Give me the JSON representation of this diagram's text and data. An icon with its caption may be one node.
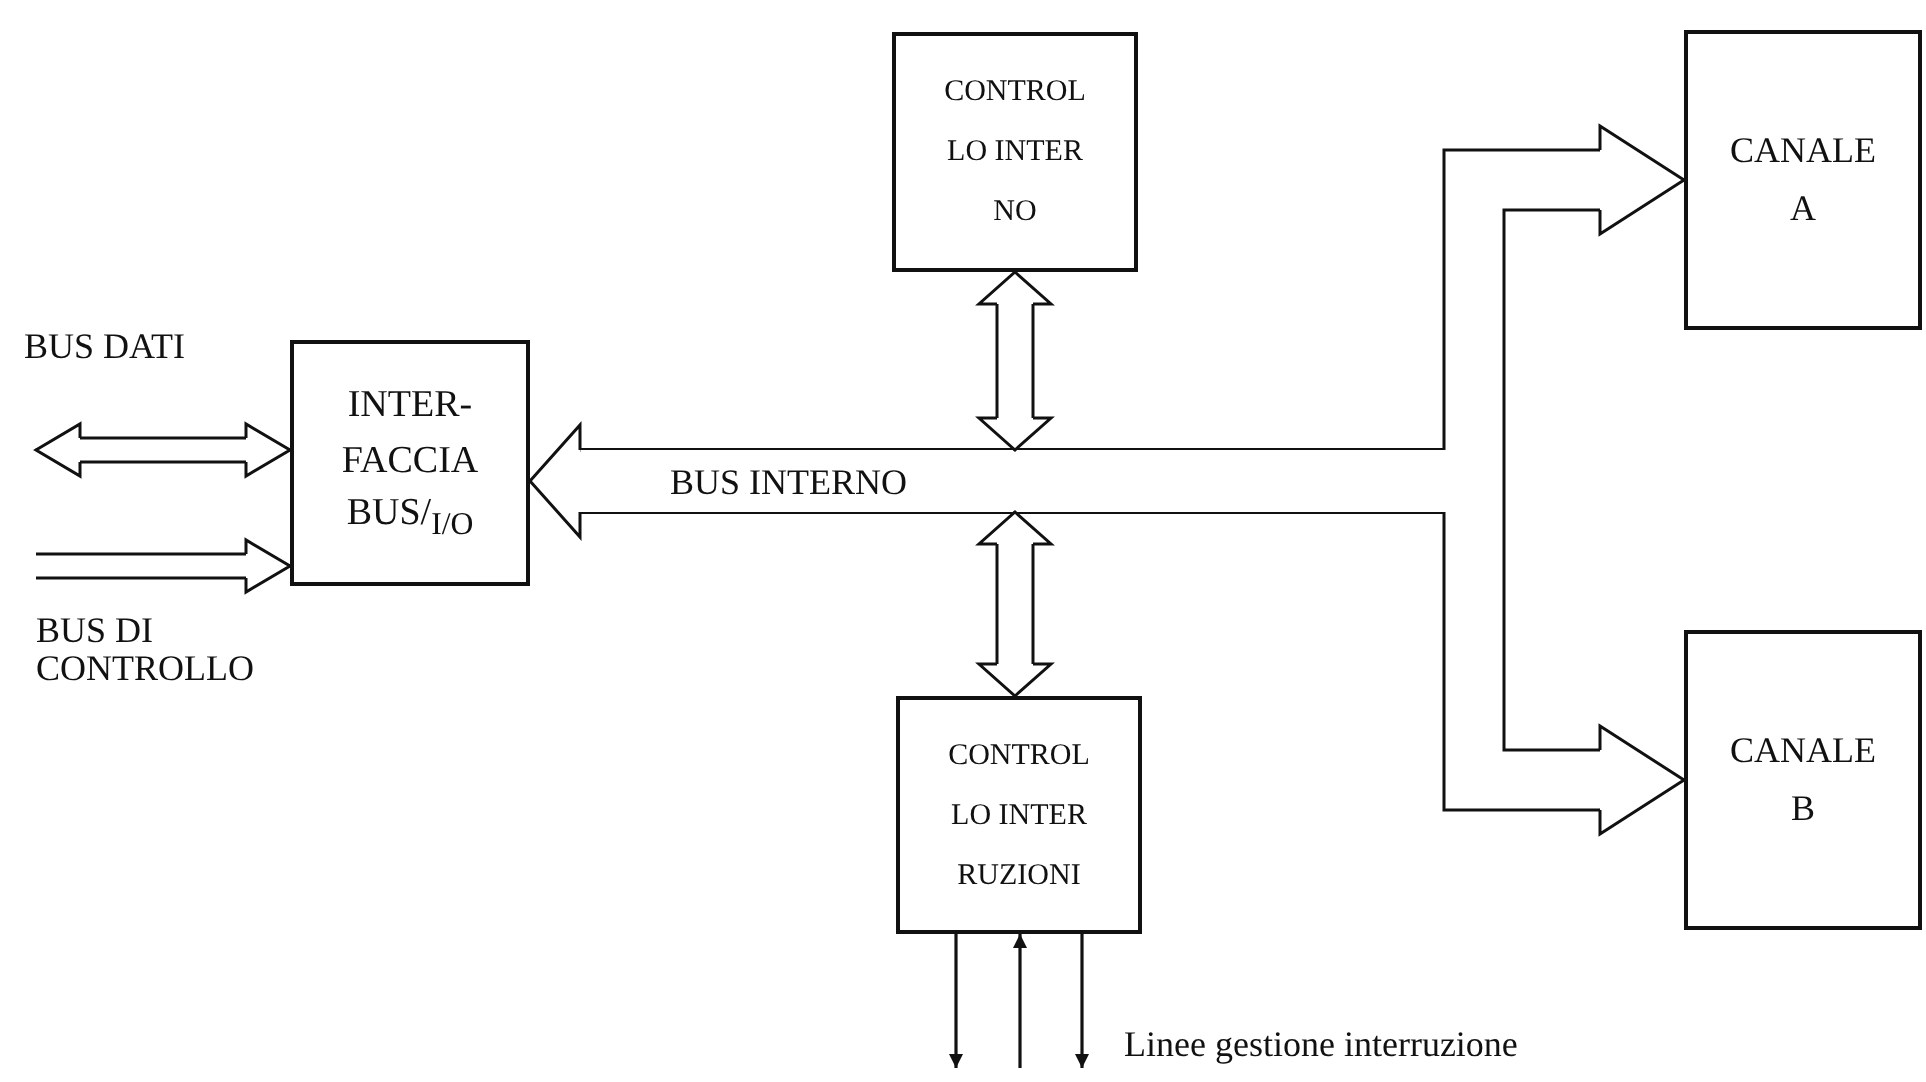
{
  "diagram": {
    "nodes": [
      {
        "text": [
          "INTER- FACCIA",
          "BUS/$_{I/O}$"
        ]
      },
      {
        "text": [
          "CONTROL LO INTER NO"
        ]
      },
      {
        "text": [
          "CONTROL LO INTER RUZIONI"
        ]
      },
      {
        "text": [
          "CANALE A"
        ]
      },
      {
        "text": [
          "CANALE B"
        ]
      },
      {
        "text": [
          "BUS INTERNO"
        ]
      }
    ],
    "edges": [
      {
        "from": null,
        "to": 0,
        "arrow": "both",
        "label": "BUS DATI"
      },
      {
        "from": null,
        "to": 0,
        "arrow": "to",
        "label": "BUS DI CONTROLLO"
      },
      {
        "from": 5,
        "to": 0,
        "arrow": "to"
      },
      {
        "from": 1,
        "to": 5,
        "arrow": "both"
      },
      {
        "from": 2,
        "to": 5,
        "arrow": "both"
      },
      {
        "from": 5,
        "to": 3,
        "arrow": "to"
      },
      {
        "from": 5,
        "to": 4,
        "arrow": "to"
      },
      {
        "from": 2,
        "to": null,
        "arrow": "to"
      },
      {
        "from": null,
        "to": 2,
        "arrow": "to"
      },
      {
        "from": 2,
        "to": null,
        "arrow": "to"
      }
    ],
    "labels": [
      "Linee gestione interruzione"
    ]
  }
}
